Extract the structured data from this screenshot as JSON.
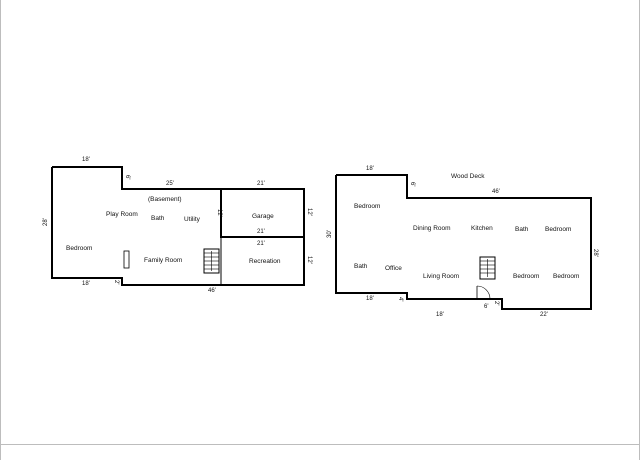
{
  "basement": {
    "title": "(Basement)",
    "rooms": {
      "play_room": "Play Room",
      "bath": "Bath",
      "utility": "Utility",
      "bedroom": "Bedroom",
      "family_room": "Family Room",
      "garage": "Garage",
      "recreation": "Recreation"
    },
    "dims": {
      "top_left": "18'",
      "top_right": "25'",
      "left": "28'",
      "notch": "6'",
      "garage_top": "21'",
      "garage_left": "12'",
      "garage_right": "12'",
      "garage_bottom": "21'",
      "rec_top": "21'",
      "rec_right": "12'",
      "bottom_left": "18'",
      "bottom_step": "2'",
      "bottom": "46'"
    }
  },
  "main_floor": {
    "deck_label": "Wood Deck",
    "rooms": {
      "bedroom_left": "Bedroom",
      "dining_room": "Dining Room",
      "kitchen": "Kitchen",
      "bath_right": "Bath",
      "bedroom_right_top": "Bedroom",
      "bath_left": "Bath",
      "office": "Office",
      "living_room": "Living Room",
      "bedroom_bottom_mid": "Bedroom",
      "bedroom_bottom_right": "Bedroom"
    },
    "dims": {
      "top_left": "18'",
      "notch": "6'",
      "top": "46'",
      "left": "30'",
      "right": "28'",
      "bottom_left_top": "18'",
      "step": "4'",
      "bottom_left": "18'",
      "entry": "6'",
      "entry_side": "2'",
      "bottom_right": "22'"
    }
  }
}
